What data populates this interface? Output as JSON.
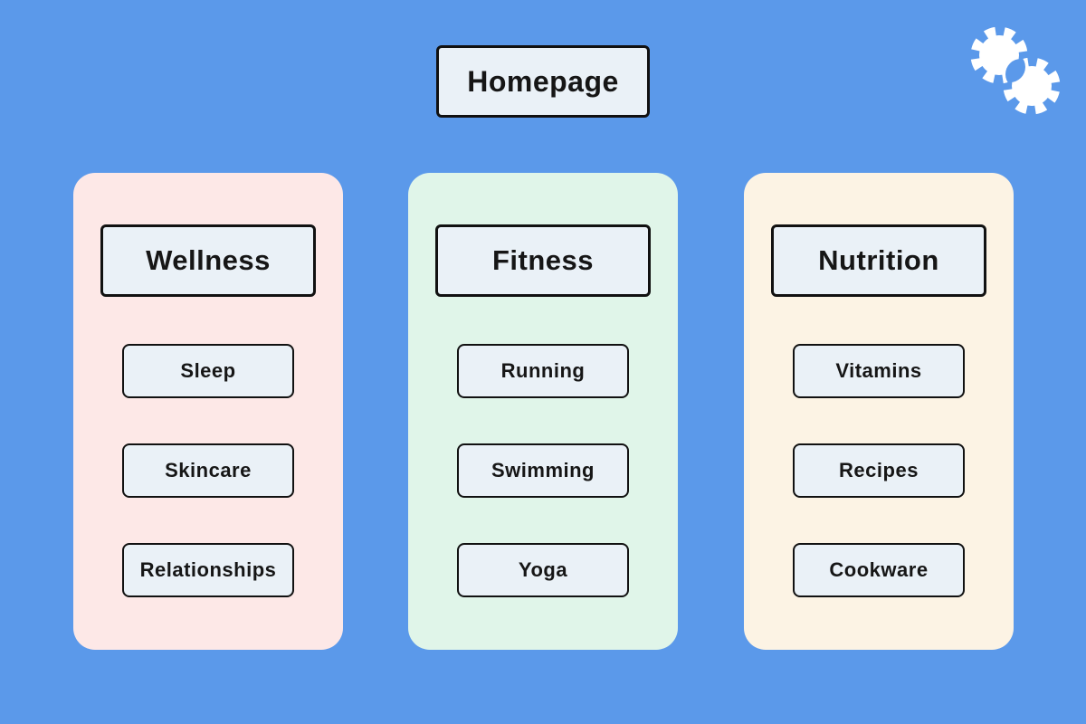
{
  "page": {
    "background": "#5B99EA",
    "title_node": "Homepage"
  },
  "logo": {
    "name": "interlocking-gears",
    "color": "#FFFFFF"
  },
  "node_style": {
    "fill": "#EAF1F7",
    "border": "#111111",
    "text": "#161616"
  },
  "columns": [
    {
      "title": "Wellness",
      "color": "#FDE8E7",
      "items": [
        "Sleep",
        "Skincare",
        "Relationships"
      ]
    },
    {
      "title": "Fitness",
      "color": "#E0F5E9",
      "items": [
        "Running",
        "Swimming",
        "Yoga"
      ]
    },
    {
      "title": "Nutrition",
      "color": "#FCF3E4",
      "items": [
        "Vitamins",
        "Recipes",
        "Cookware"
      ]
    }
  ]
}
